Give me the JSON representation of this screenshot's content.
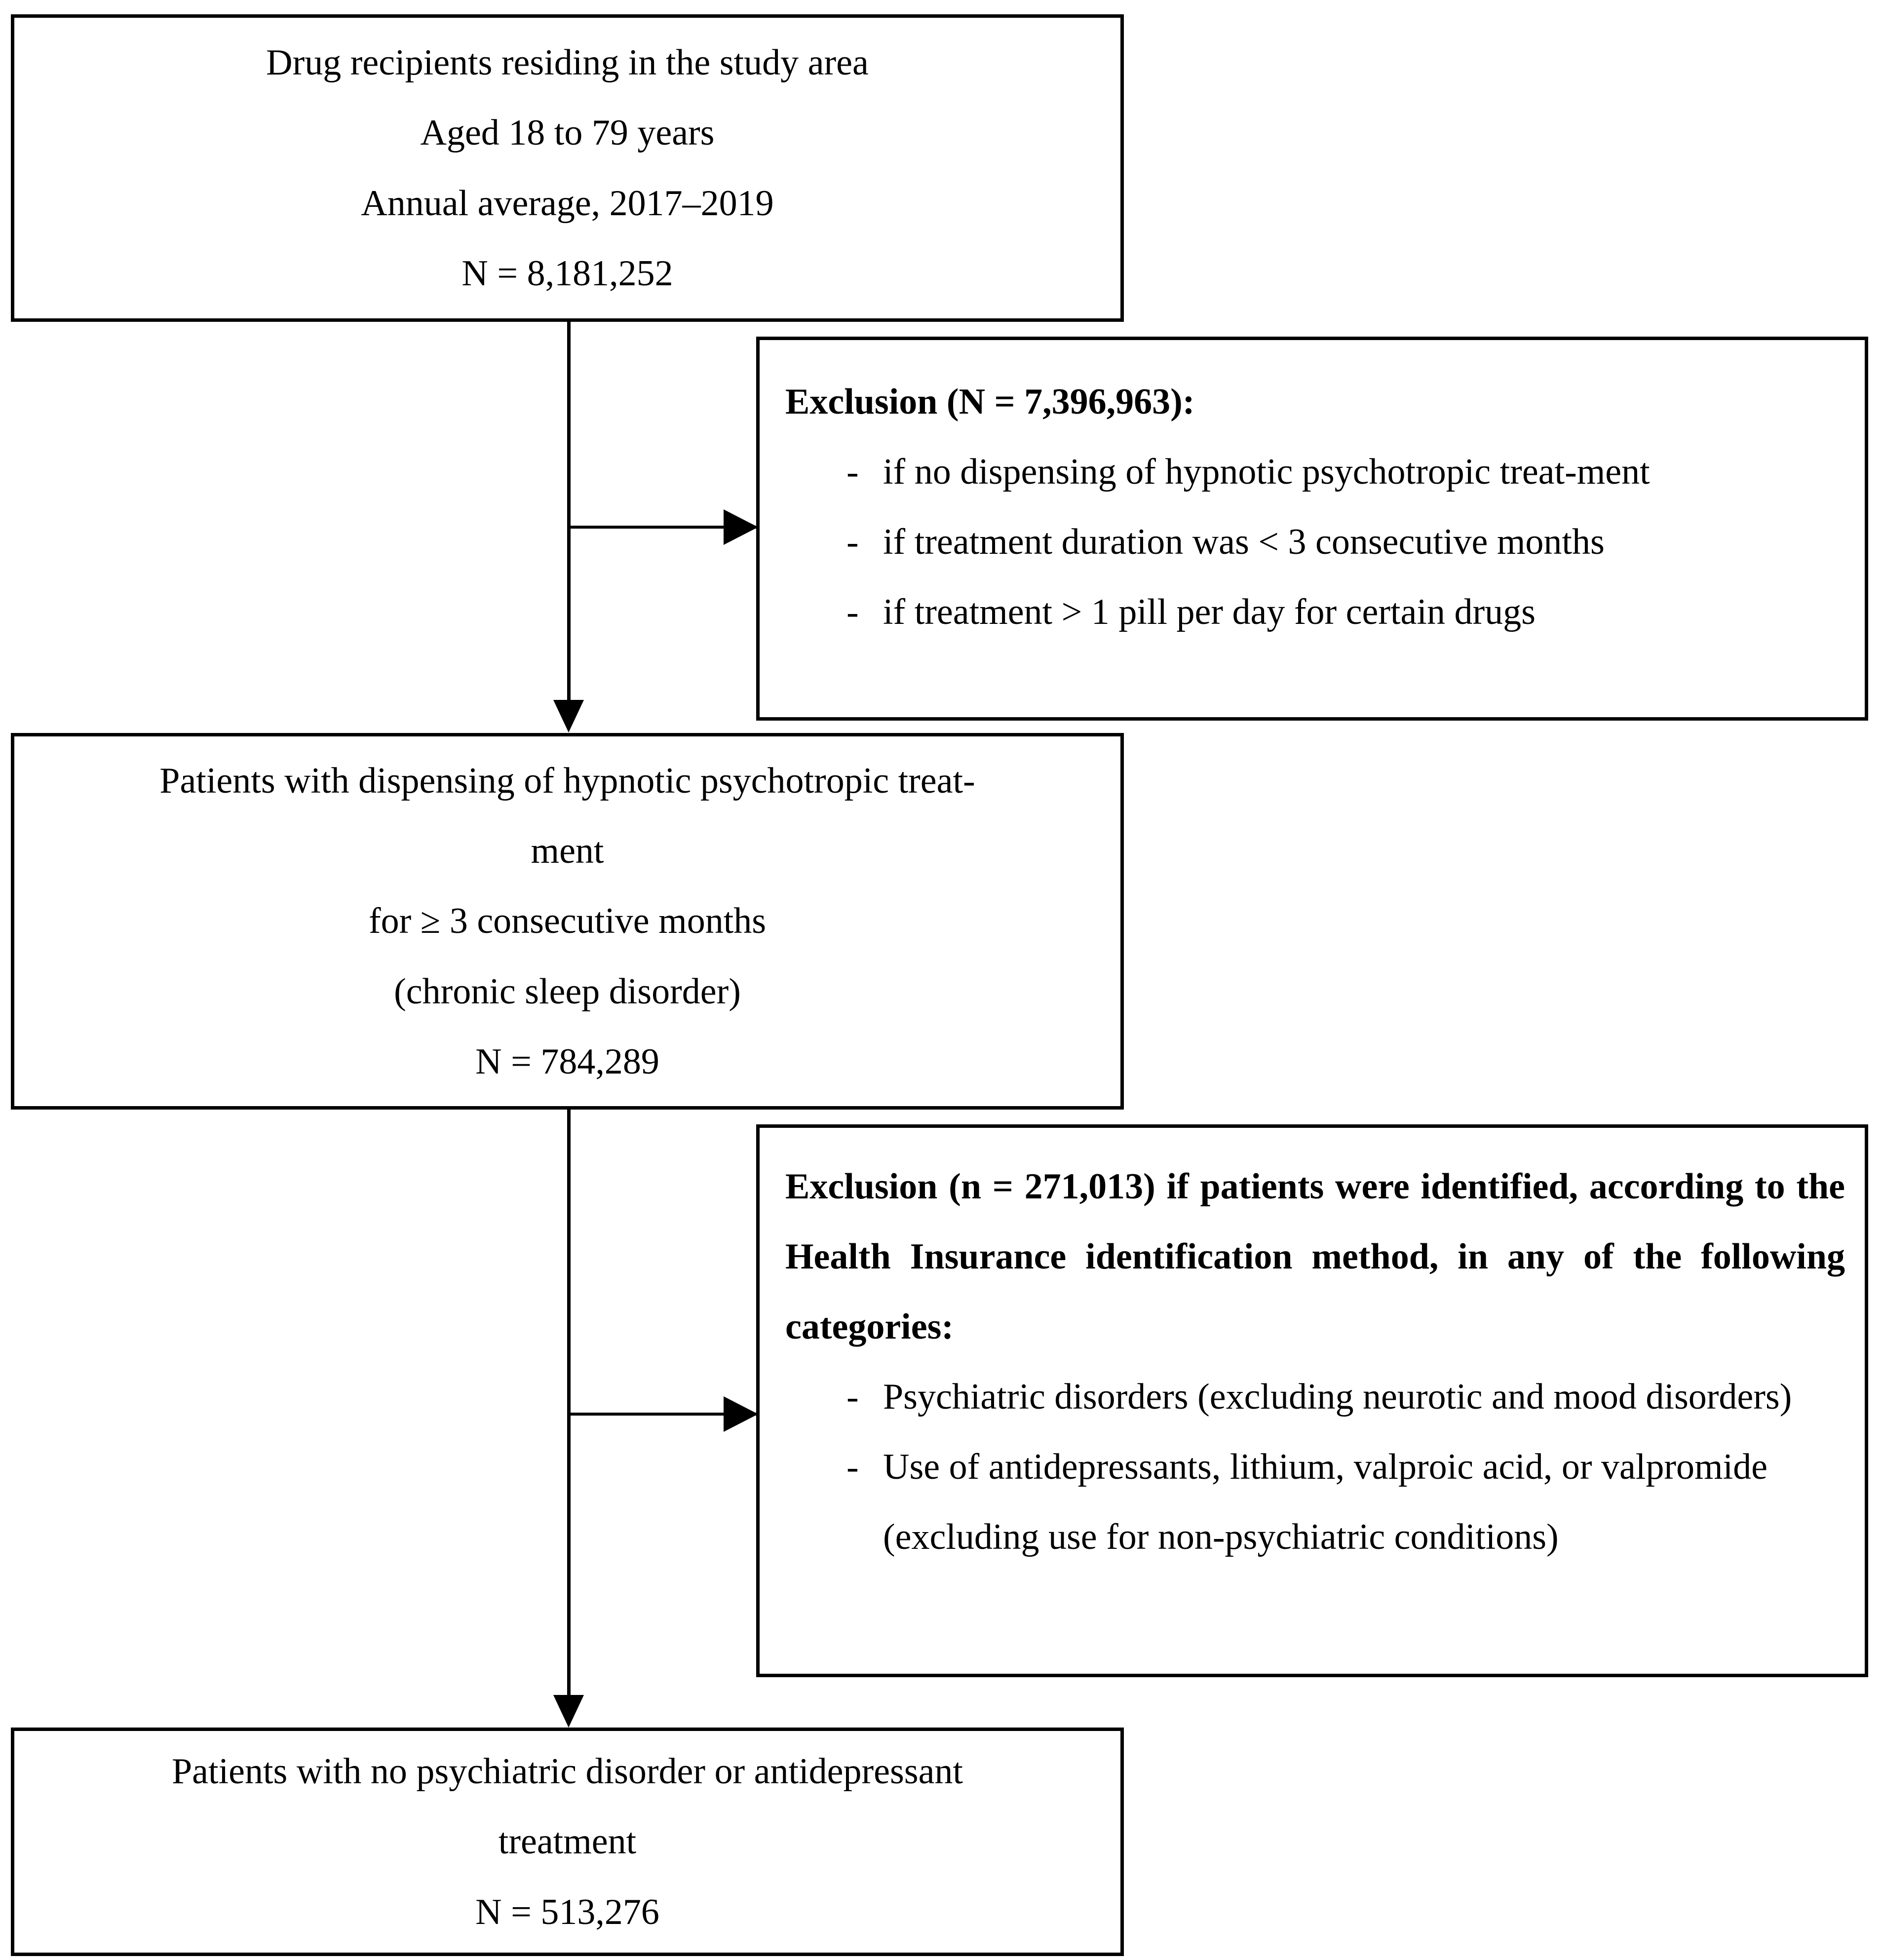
{
  "diagram": {
    "title": "Study population flow diagram",
    "type": "flowchart",
    "colors": {
      "line": "#000000",
      "background": "#ffffff",
      "text": "#000000"
    },
    "nodes": {
      "population": {
        "kind": "flow-box",
        "lines": [
          "Drug recipients residing in the study area",
          "Aged 18 to 79 years",
          "Annual average, 2017–2019",
          "N = 8,181,252"
        ]
      },
      "exclusion_1": {
        "kind": "exclusion-box",
        "header": "Exclusion (N = 7,396,963):",
        "bullet_marker": "-",
        "bullets": [
          "if no dispensing of hypnotic psychotropic treat-​ment",
          "if treatment duration was < 3 consecutive months",
          "if treatment > 1 pill per day for certain drugs"
        ]
      },
      "chronic_sleep": {
        "kind": "flow-box",
        "lines": [
          "Patients with dispensing of hypnotic psychotropic treat-",
          "ment",
          "for ≥ 3 consecutive months",
          "(chronic sleep disorder)",
          "N = 784,289"
        ]
      },
      "exclusion_2": {
        "kind": "exclusion-box",
        "header": "Exclusion (n = 271,013) if patients were identified, according to the Health Insurance identification method, in any of the following categories:",
        "bullet_marker": "-",
        "bullets": [
          "Psychiatric disorders (excluding neurotic and mood disorders)",
          "Use of antidepressants, lithium, valproic acid, or valpromide (excluding use for non-psychiatric conditions)"
        ]
      },
      "final_cohort": {
        "kind": "flow-box",
        "lines": [
          "Patients with no psychiatric disorder or antidepressant",
          "treatment",
          "N = 513,276"
        ]
      }
    },
    "connectors": [
      {
        "id": "population-to-chronic",
        "from": "population",
        "to": "chronic_sleep",
        "shape": "arrow-down"
      },
      {
        "id": "population-to-exclusion-1",
        "from": "population",
        "to": "exclusion_1",
        "shape": "arrow-right"
      },
      {
        "id": "chronic-to-final",
        "from": "chronic_sleep",
        "to": "final_cohort",
        "shape": "arrow-down"
      },
      {
        "id": "chronic-to-exclusion-2",
        "from": "chronic_sleep",
        "to": "exclusion_2",
        "shape": "arrow-right"
      }
    ]
  }
}
